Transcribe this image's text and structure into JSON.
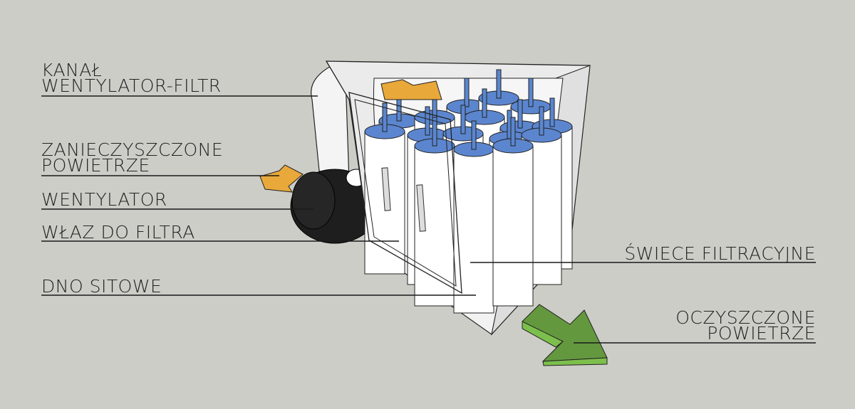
{
  "title": "Filter unit diagram",
  "colors": {
    "background": "#cdcdc8",
    "housing": "#ececec",
    "filter_top": "#5b86cf",
    "filter_body": "#ffffff",
    "fan": "#1e1e1e",
    "inlet_arrow": "#e9a83a",
    "outlet_arrow": "#64983f",
    "leader_line": "#1a1a1a"
  },
  "labels": {
    "duct": [
      "KANAŁ",
      "WENTYLATOR-FILTR"
    ],
    "dirty_air": [
      "ZANIECZYSZCZONE",
      "POWIETRZE"
    ],
    "fan": [
      "WENTYLATOR"
    ],
    "hatch": [
      "WŁAZ DO FILTRA"
    ],
    "sieve_floor": [
      "DNO SITOWE"
    ],
    "filter_candles": [
      "ŚWIECE FILTRACYJNE"
    ],
    "clean_air": [
      "OCZYSZCZONE",
      "POWIETRZE"
    ]
  },
  "icons": {
    "inlet_arrow": "inlet-arrow-icon",
    "outlet_arrow": "outlet-arrow-icon"
  }
}
